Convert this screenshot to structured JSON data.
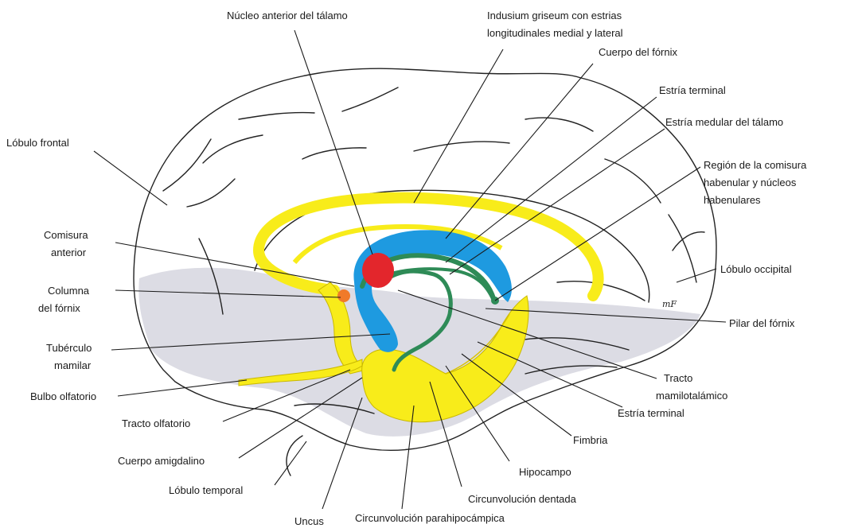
{
  "colors": {
    "limbic_yellow": "#f8ec1a",
    "fornix_blue": "#1e9ae0",
    "stria_green": "#2e8b57",
    "thalamic_nucleus_red": "#e3262c",
    "anterior_commissure_orange": "#f07a2a",
    "shading_gray": "#dcdce4"
  },
  "labels": {
    "nucleo_anterior": "Núcleo anterior del tálamo",
    "indusium_1": "Indusium griseum con estrias",
    "indusium_2": "longitudinales medial y lateral",
    "cuerpo_fornix": "Cuerpo del fórnix",
    "estria_terminal_top": "Estría terminal",
    "estria_medular": "Estría medular del tálamo",
    "region_habenular_1": "Región de la comisura",
    "region_habenular_2": "habenular y núcleos",
    "region_habenular_3": "habenulares",
    "lobulo_frontal": "Lóbulo frontal",
    "comisura_1": "Comisura",
    "comisura_2": "anterior",
    "columna_1": "Columna",
    "columna_2": "del fórnix",
    "tuberculo_1": "Tubérculo",
    "tuberculo_2": "mamilar",
    "bulbo_olfatorio": "Bulbo olfatorio",
    "tracto_olfatorio": "Tracto olfatorio",
    "cuerpo_amigdalino": "Cuerpo amigdalino",
    "lobulo_temporal": "Lóbulo temporal",
    "uncus": "Uncus",
    "circ_parahipocampica": "Circunvolución parahipocámpica",
    "circ_dentada": "Circunvolución dentada",
    "hipocampo": "Hipocampo",
    "fimbria": "Fimbria",
    "estria_terminal_bottom": "Estría terminal",
    "tracto_mamilo_1": "Tracto",
    "tracto_mamilo_2": "mamilotalámico",
    "pilar_fornix": "Pilar del fórnix",
    "lobulo_occipital": "Lóbulo occipital",
    "signature": "mF"
  }
}
